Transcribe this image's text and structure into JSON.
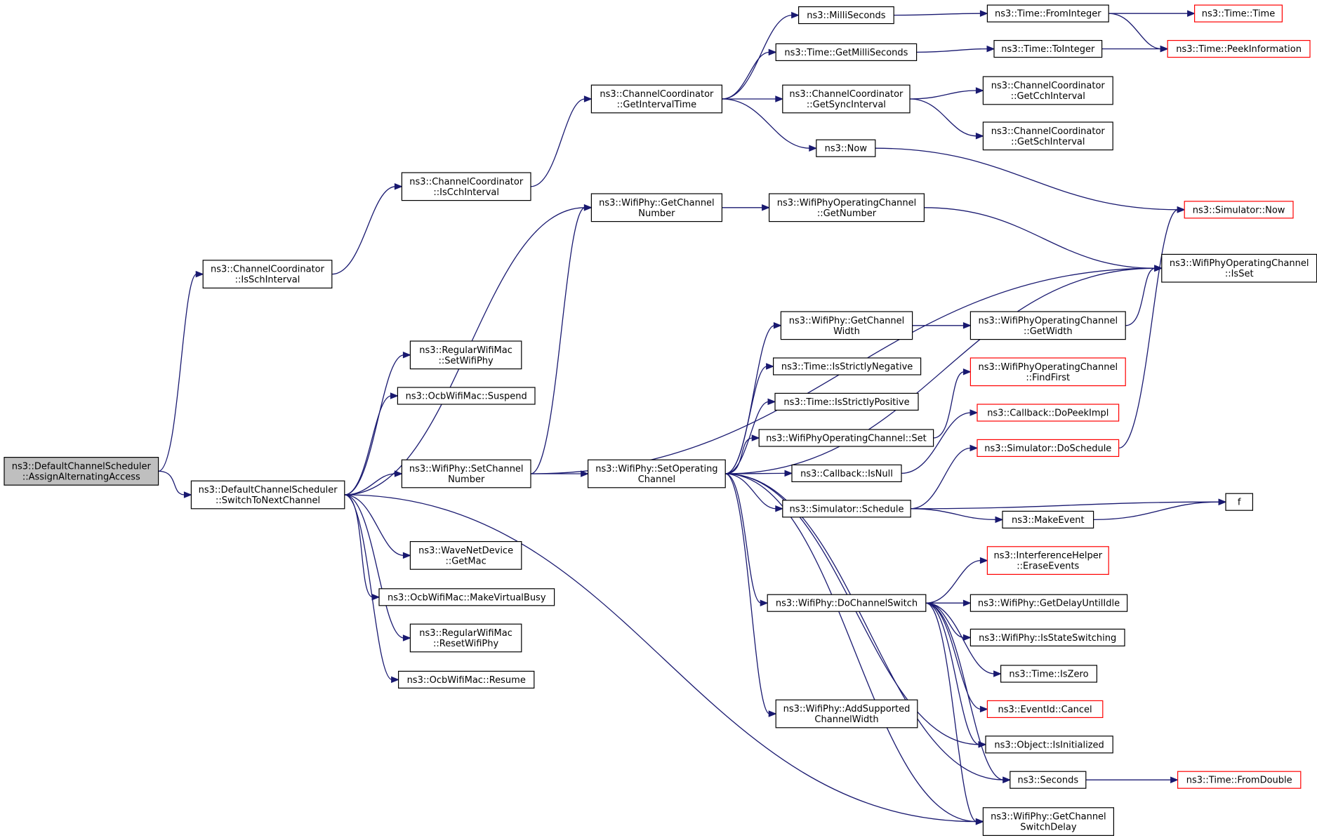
{
  "graph": {
    "edge_color": "#191970",
    "node_border": "#000000",
    "root_fill": "#bfbfbf",
    "external_border": "#ff0000",
    "nodes": [
      {
        "id": "assign",
        "lines": [
          "ns3::DefaultChannelScheduler",
          "::AssignAlternatingAccess"
        ],
        "style": "root"
      },
      {
        "id": "issch",
        "lines": [
          "ns3::ChannelCoordinator",
          "::IsSchInterval"
        ],
        "style": "normal"
      },
      {
        "id": "iscch",
        "lines": [
          "ns3::ChannelCoordinator",
          "::IsCchInterval"
        ],
        "style": "normal"
      },
      {
        "id": "getinterval",
        "lines": [
          "ns3::ChannelCoordinator",
          "::GetIntervalTime"
        ],
        "style": "normal"
      },
      {
        "id": "millis",
        "lines": [
          "ns3::MilliSeconds"
        ],
        "style": "normal"
      },
      {
        "id": "frominteger",
        "lines": [
          "ns3::Time::FromInteger"
        ],
        "style": "normal"
      },
      {
        "id": "timetime",
        "lines": [
          "ns3::Time::Time"
        ],
        "style": "external"
      },
      {
        "id": "getms",
        "lines": [
          "ns3::Time::GetMilliSeconds"
        ],
        "style": "normal"
      },
      {
        "id": "tointeger",
        "lines": [
          "ns3::Time::ToInteger"
        ],
        "style": "normal"
      },
      {
        "id": "peek",
        "lines": [
          "ns3::Time::PeekInformation"
        ],
        "style": "external"
      },
      {
        "id": "getsync",
        "lines": [
          "ns3::ChannelCoordinator",
          "::GetSyncInterval"
        ],
        "style": "normal"
      },
      {
        "id": "getcch",
        "lines": [
          "ns3::ChannelCoordinator",
          "::GetCchInterval"
        ],
        "style": "normal"
      },
      {
        "id": "getsch",
        "lines": [
          "ns3::ChannelCoordinator",
          "::GetSchInterval"
        ],
        "style": "normal"
      },
      {
        "id": "now",
        "lines": [
          "ns3::Now"
        ],
        "style": "normal"
      },
      {
        "id": "simnow",
        "lines": [
          "ns3::Simulator::Now"
        ],
        "style": "external"
      },
      {
        "id": "getchnum",
        "lines": [
          "ns3::WifiPhy::GetChannel",
          "Number"
        ],
        "style": "normal"
      },
      {
        "id": "opgetnum",
        "lines": [
          "ns3::WifiPhyOperatingChannel",
          "::GetNumber"
        ],
        "style": "normal"
      },
      {
        "id": "isset",
        "lines": [
          "ns3::WifiPhyOperatingChannel",
          "::IsSet"
        ],
        "style": "normal"
      },
      {
        "id": "setwifiphy",
        "lines": [
          "ns3::RegularWifiMac",
          "::SetWifiPhy"
        ],
        "style": "normal"
      },
      {
        "id": "suspend",
        "lines": [
          "ns3::OcbWifiMac::Suspend"
        ],
        "style": "normal"
      },
      {
        "id": "switchnext",
        "lines": [
          "ns3::DefaultChannelScheduler",
          "::SwitchToNextChannel"
        ],
        "style": "normal"
      },
      {
        "id": "setchnum",
        "lines": [
          "ns3::WifiPhy::SetChannel",
          "Number"
        ],
        "style": "normal"
      },
      {
        "id": "setop",
        "lines": [
          "ns3::WifiPhy::SetOperating",
          "Channel"
        ],
        "style": "normal"
      },
      {
        "id": "getchwidth",
        "lines": [
          "ns3::WifiPhy::GetChannel",
          "Width"
        ],
        "style": "normal"
      },
      {
        "id": "getwidth",
        "lines": [
          "ns3::WifiPhyOperatingChannel",
          "::GetWidth"
        ],
        "style": "normal"
      },
      {
        "id": "strneg",
        "lines": [
          "ns3::Time::IsStrictlyNegative"
        ],
        "style": "normal"
      },
      {
        "id": "findfirst",
        "lines": [
          "ns3::WifiPhyOperatingChannel",
          "::FindFirst"
        ],
        "style": "external"
      },
      {
        "id": "strpos",
        "lines": [
          "ns3::Time::IsStrictlyPositive"
        ],
        "style": "normal"
      },
      {
        "id": "dopeek",
        "lines": [
          "ns3::Callback::DoPeekImpl"
        ],
        "style": "external"
      },
      {
        "id": "opset",
        "lines": [
          "ns3::WifiPhyOperatingChannel::Set"
        ],
        "style": "normal"
      },
      {
        "id": "dosched",
        "lines": [
          "ns3::Simulator::DoSchedule"
        ],
        "style": "external"
      },
      {
        "id": "isnull",
        "lines": [
          "ns3::Callback::IsNull"
        ],
        "style": "normal"
      },
      {
        "id": "schedule",
        "lines": [
          "ns3::Simulator::Schedule"
        ],
        "style": "normal"
      },
      {
        "id": "f",
        "lines": [
          "f"
        ],
        "style": "normal"
      },
      {
        "id": "makeevent",
        "lines": [
          "ns3::MakeEvent"
        ],
        "style": "normal"
      },
      {
        "id": "getmac",
        "lines": [
          "ns3::WaveNetDevice",
          "::GetMac"
        ],
        "style": "normal"
      },
      {
        "id": "makebusy",
        "lines": [
          "ns3::OcbWifiMac::MakeVirtualBusy"
        ],
        "style": "normal"
      },
      {
        "id": "resetphy",
        "lines": [
          "ns3::RegularWifiMac",
          "::ResetWifiPhy"
        ],
        "style": "normal"
      },
      {
        "id": "resume",
        "lines": [
          "ns3::OcbWifiMac::Resume"
        ],
        "style": "normal"
      },
      {
        "id": "erase",
        "lines": [
          "ns3::InterferenceHelper",
          "::EraseEvents"
        ],
        "style": "external"
      },
      {
        "id": "dochswitch",
        "lines": [
          "ns3::WifiPhy::DoChannelSwitch"
        ],
        "style": "normal"
      },
      {
        "id": "delayidle",
        "lines": [
          "ns3::WifiPhy::GetDelayUntilIdle"
        ],
        "style": "normal"
      },
      {
        "id": "stateswitch",
        "lines": [
          "ns3::WifiPhy::IsStateSwitching"
        ],
        "style": "normal"
      },
      {
        "id": "iszero",
        "lines": [
          "ns3::Time::IsZero"
        ],
        "style": "normal"
      },
      {
        "id": "cancel",
        "lines": [
          "ns3::EventId::Cancel"
        ],
        "style": "external"
      },
      {
        "id": "addsup",
        "lines": [
          "ns3::WifiPhy::AddSupported",
          "ChannelWidth"
        ],
        "style": "normal"
      },
      {
        "id": "isinit",
        "lines": [
          "ns3::Object::IsInitialized"
        ],
        "style": "normal"
      },
      {
        "id": "seconds",
        "lines": [
          "ns3::Seconds"
        ],
        "style": "normal"
      },
      {
        "id": "fromdouble",
        "lines": [
          "ns3::Time::FromDouble"
        ],
        "style": "external"
      },
      {
        "id": "swdelay",
        "lines": [
          "ns3::WifiPhy::GetChannel",
          "SwitchDelay"
        ],
        "style": "normal"
      }
    ],
    "edges": [
      [
        "assign",
        "issch"
      ],
      [
        "assign",
        "switchnext"
      ],
      [
        "issch",
        "iscch"
      ],
      [
        "iscch",
        "getinterval"
      ],
      [
        "getinterval",
        "millis"
      ],
      [
        "getinterval",
        "getms"
      ],
      [
        "getinterval",
        "getsync"
      ],
      [
        "getinterval",
        "now"
      ],
      [
        "millis",
        "frominteger"
      ],
      [
        "frominteger",
        "timetime"
      ],
      [
        "frominteger",
        "peek"
      ],
      [
        "getms",
        "tointeger"
      ],
      [
        "tointeger",
        "peek"
      ],
      [
        "getsync",
        "getcch"
      ],
      [
        "getsync",
        "getsch"
      ],
      [
        "now",
        "simnow"
      ],
      [
        "getchnum",
        "opgetnum"
      ],
      [
        "opgetnum",
        "isset"
      ],
      [
        "switchnext",
        "setwifiphy"
      ],
      [
        "switchnext",
        "suspend"
      ],
      [
        "switchnext",
        "getchnum"
      ],
      [
        "switchnext",
        "setchnum"
      ],
      [
        "switchnext",
        "swdelay"
      ],
      [
        "switchnext",
        "getmac"
      ],
      [
        "switchnext",
        "makebusy"
      ],
      [
        "switchnext",
        "resetphy"
      ],
      [
        "switchnext",
        "resume"
      ],
      [
        "setchnum",
        "getchnum"
      ],
      [
        "setchnum",
        "isset"
      ],
      [
        "setchnum",
        "setop"
      ],
      [
        "setop",
        "isset"
      ],
      [
        "setop",
        "getchwidth"
      ],
      [
        "setop",
        "strneg"
      ],
      [
        "setop",
        "strpos"
      ],
      [
        "setop",
        "opset"
      ],
      [
        "setop",
        "isnull"
      ],
      [
        "setop",
        "schedule"
      ],
      [
        "setop",
        "dochswitch"
      ],
      [
        "setop",
        "addsup"
      ],
      [
        "setop",
        "isinit"
      ],
      [
        "setop",
        "seconds"
      ],
      [
        "setop",
        "swdelay"
      ],
      [
        "getchwidth",
        "getwidth"
      ],
      [
        "getwidth",
        "isset"
      ],
      [
        "opset",
        "findfirst"
      ],
      [
        "isnull",
        "dopeek"
      ],
      [
        "schedule",
        "dosched"
      ],
      [
        "schedule",
        "f"
      ],
      [
        "schedule",
        "makeevent"
      ],
      [
        "dosched",
        "simnow"
      ],
      [
        "makeevent",
        "f"
      ],
      [
        "dochswitch",
        "erase"
      ],
      [
        "dochswitch",
        "delayidle"
      ],
      [
        "dochswitch",
        "stateswitch"
      ],
      [
        "dochswitch",
        "iszero"
      ],
      [
        "dochswitch",
        "cancel"
      ],
      [
        "dochswitch",
        "isinit"
      ],
      [
        "dochswitch",
        "seconds"
      ],
      [
        "dochswitch",
        "swdelay"
      ],
      [
        "seconds",
        "fromdouble"
      ]
    ]
  }
}
